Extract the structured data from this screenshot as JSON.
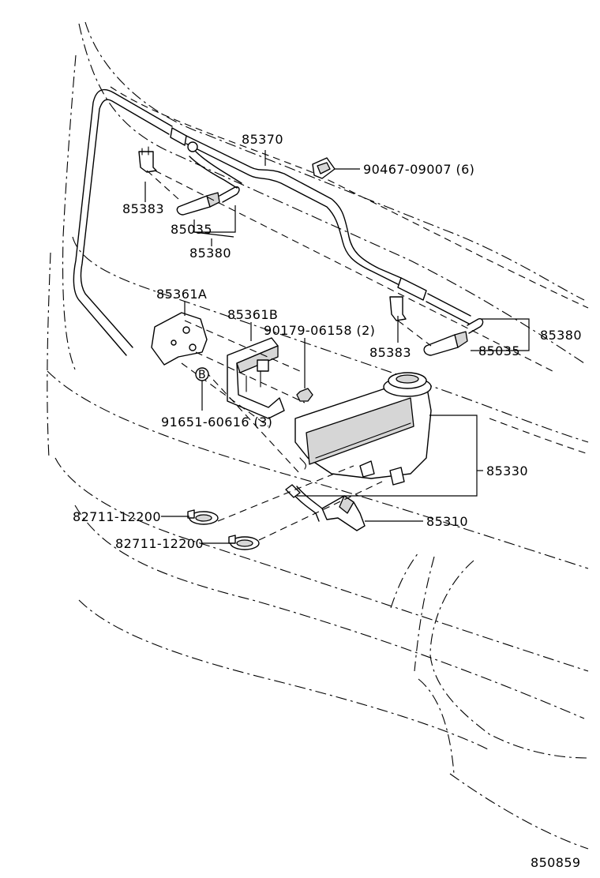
{
  "labels": {
    "hose_main": "85370",
    "clip_top": "90467-09007 (6)",
    "clamp_left": "85383",
    "nozzle_left": "85035",
    "nozzle_set_left": "85380",
    "bracket_a": "85361A",
    "bracket_b": "85361B",
    "nut": "90179-06158 (2)",
    "clamp_right": "85383",
    "nozzle_set_right": "85380",
    "nozzle_right": "85035",
    "bolt": "91651-60616 (3)",
    "bolt_marker": "B",
    "tank": "85330",
    "pump": "85310",
    "hose_clamp_1": "82711-12200",
    "hose_clamp_2": "82711-12200",
    "diagram_id": "850859"
  }
}
